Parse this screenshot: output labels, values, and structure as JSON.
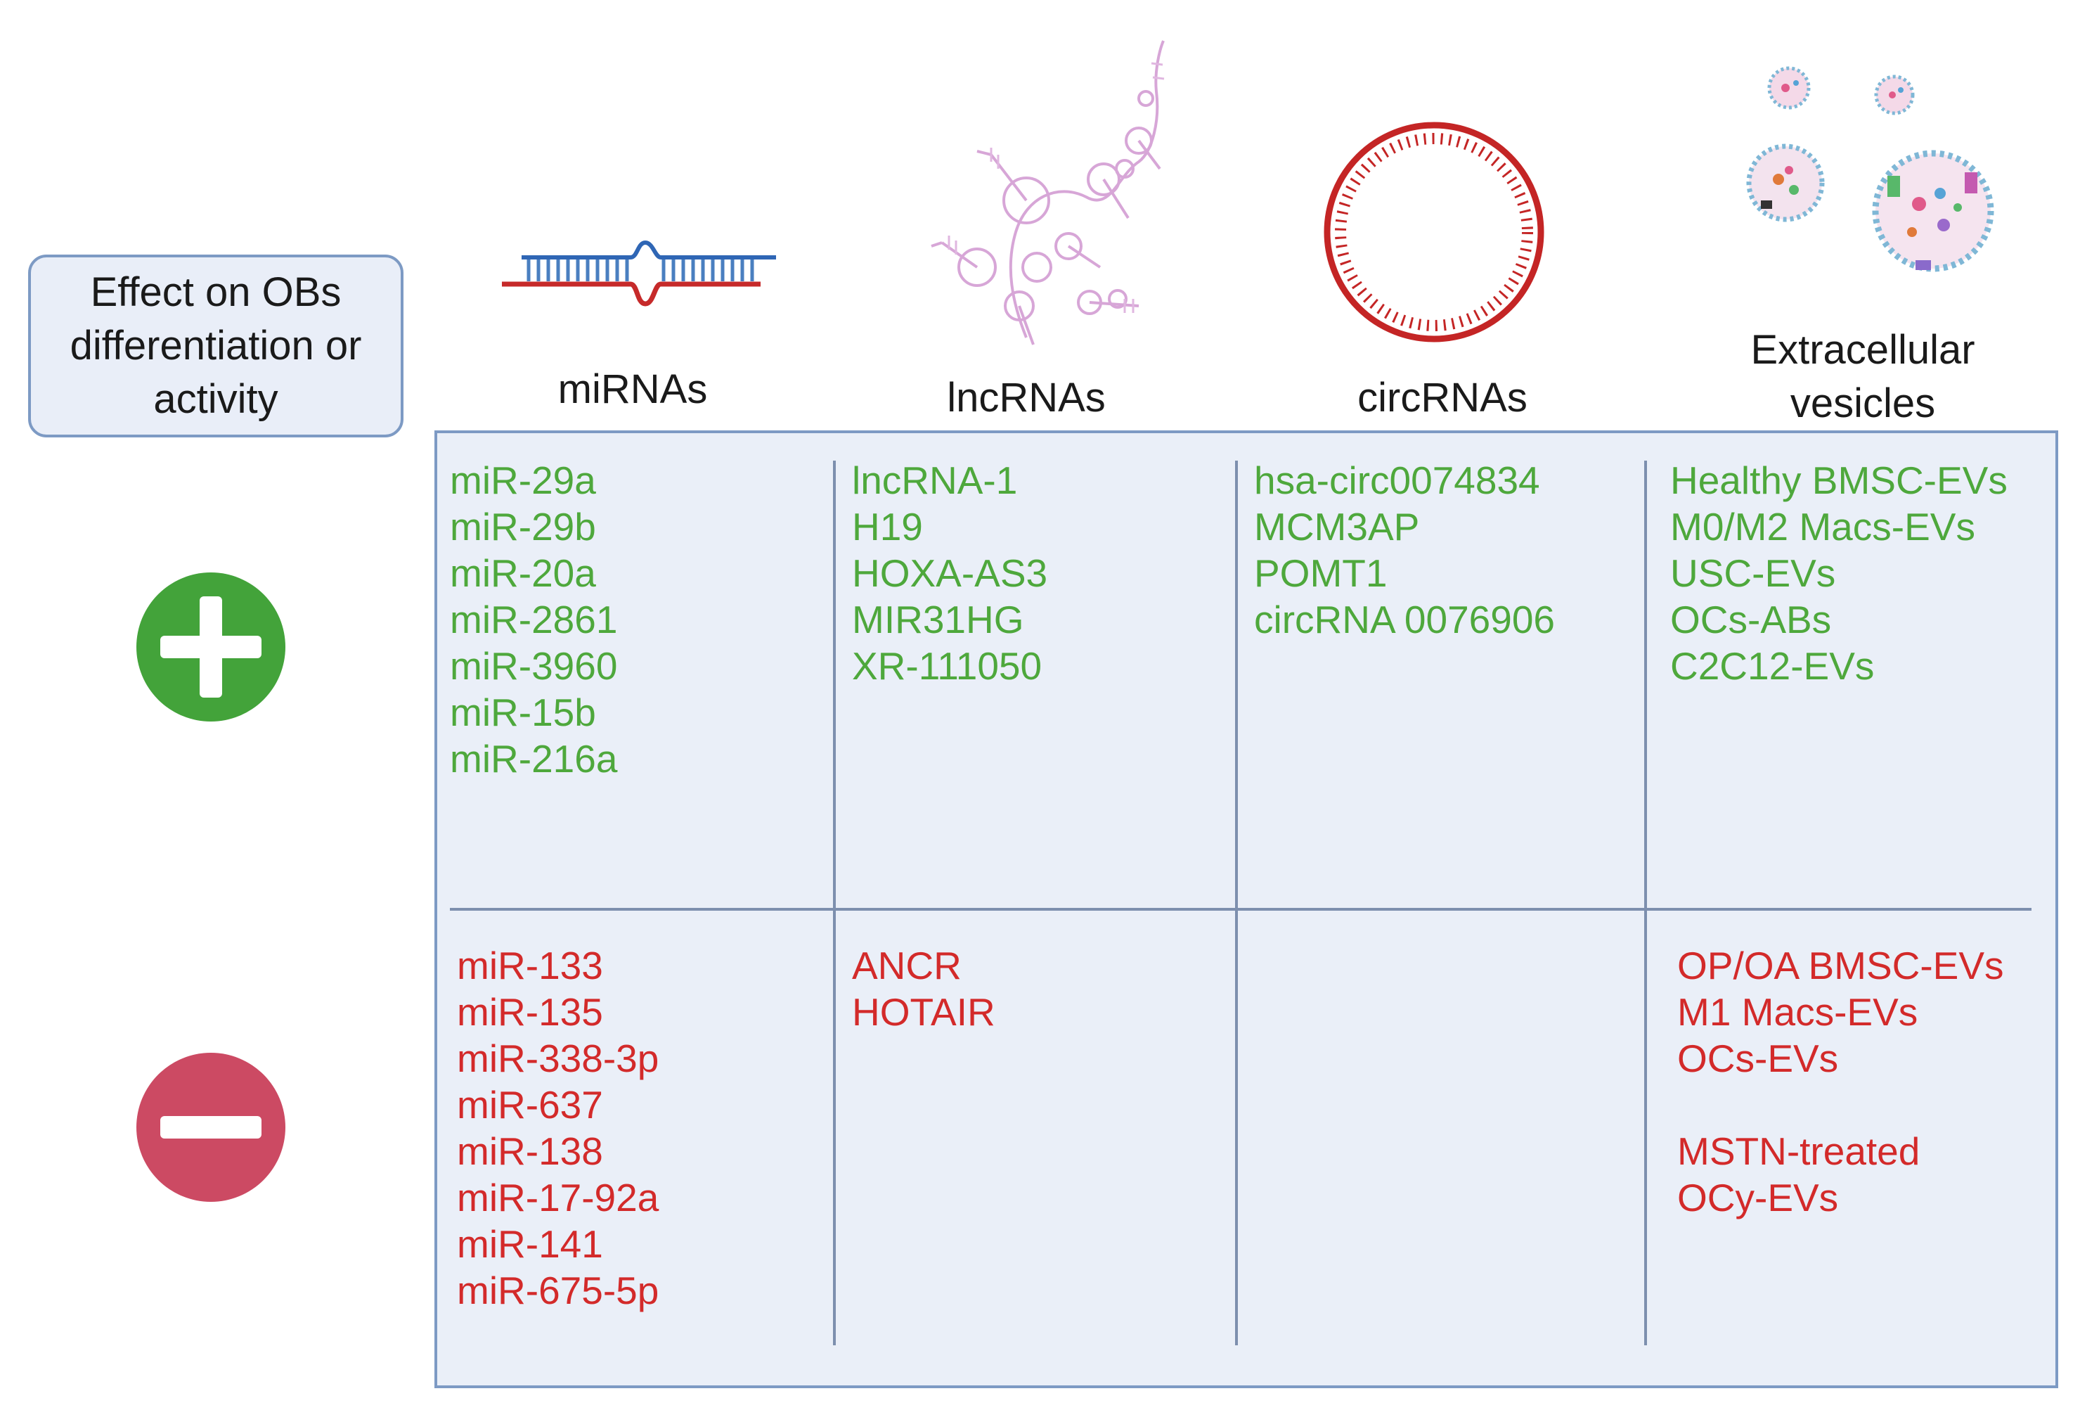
{
  "row_label": {
    "lines": [
      "Effect on OBs",
      "differentiation or",
      "activity"
    ]
  },
  "columns": {
    "mirnas": "miRNAs",
    "lncrnas": "lncRNAs",
    "circrnas": "circRNAs",
    "evs": [
      "Extracellular",
      "vesicles"
    ]
  },
  "positive": {
    "mirnas": [
      "miR-29a",
      "miR-29b",
      "miR-20a",
      "miR-2861",
      "miR-3960",
      "miR-15b",
      "miR-216a"
    ],
    "lncrnas": [
      "lncRNA-1",
      "H19",
      "HOXA-AS3",
      "MIR31HG",
      "XR-111050"
    ],
    "circrnas": [
      "hsa-circ0074834",
      "MCM3AP",
      "POMT1",
      "circRNA 0076906"
    ],
    "evs": [
      "Healthy BMSC-EVs",
      "M0/M2 Macs-EVs",
      "USC-EVs",
      "OCs-ABs",
      "C2C12-EVs"
    ]
  },
  "negative": {
    "mirnas": [
      "miR-133",
      "miR-135",
      "miR-338-3p",
      "miR-637",
      "miR-138",
      "miR-17-92a",
      "miR-141",
      "miR-675-5p"
    ],
    "lncrnas": [
      "ANCR",
      "HOTAIR"
    ],
    "circrnas": [],
    "evs": [
      "OP/OA BMSC-EVs",
      "M1 Macs-EVs",
      "OCs-EVs",
      "",
      "MSTN-treated",
      "OCy-EVs"
    ]
  },
  "colors": {
    "positive": "#4ea83c",
    "negative": "#d32a2a",
    "plus_badge": "#43a33a",
    "minus_badge": "#cc4a63",
    "panel_border": "#7d9ac4",
    "panel_fill": "#eaeff8"
  },
  "icons": {
    "plus": "plus-circle-icon",
    "minus": "minus-circle-icon",
    "mirna": "mirna-hairpin-icon",
    "lncrna": "lncrna-structure-icon",
    "circrna": "circrna-ring-icon",
    "ev": "extracellular-vesicles-icon"
  }
}
